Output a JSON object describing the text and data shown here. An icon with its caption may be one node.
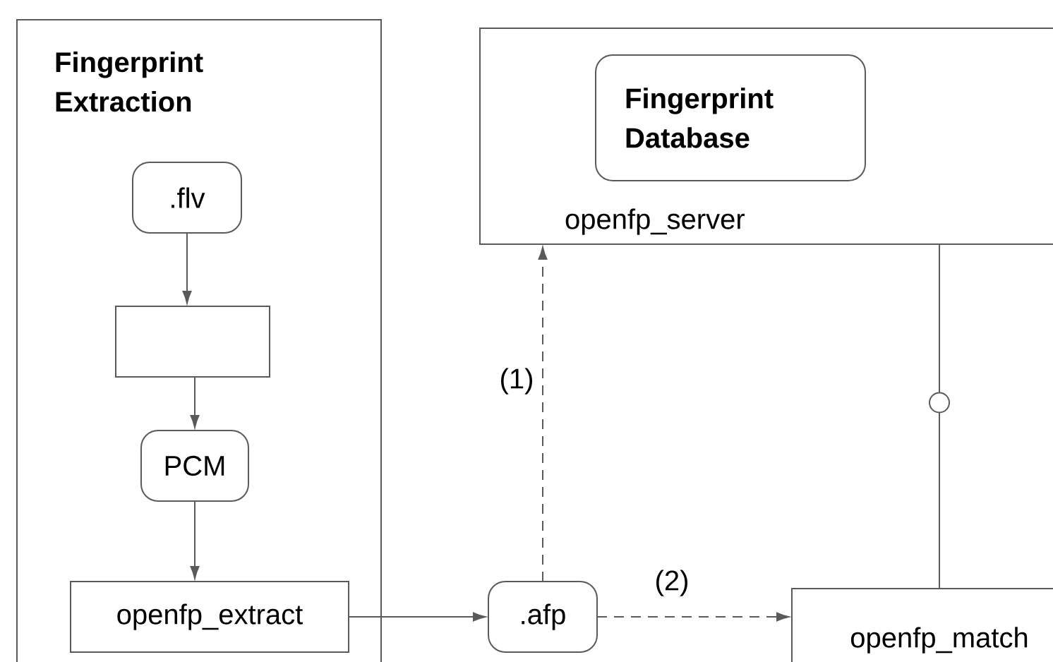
{
  "diagram": {
    "nodes": [
      {
        "text": [
          "Fingerprint Extraction"
        ]
      },
      {
        "text": [
          ".flv"
        ],
        "in": 0
      },
      {
        "text": [],
        "shape": "box",
        "in": 0
      },
      {
        "text": [
          "PCM"
        ],
        "in": 0
      },
      {
        "text": [
          "openfp_extract"
        ],
        "in": 0
      },
      {
        "text": [
          "openfp_server"
        ]
      },
      {
        "text": [
          "Fingerprint Database"
        ],
        "in": 5
      },
      {
        "text": [
          ".afp"
        ]
      },
      {
        "text": [
          "openfp_match"
        ]
      }
    ],
    "edges": [
      {
        "from": 1,
        "to": 2,
        "arrow": "to"
      },
      {
        "from": 2,
        "to": 3,
        "arrow": "to"
      },
      {
        "from": 3,
        "to": 4,
        "arrow": "to"
      },
      {
        "from": 4,
        "to": 7,
        "arrow": "to"
      },
      {
        "from": 7,
        "to": 5,
        "arrow": "to",
        "style": "dashed",
        "label": "(1)"
      },
      {
        "from": 7,
        "to": 8,
        "arrow": "to",
        "style": "dashed",
        "label": "(2)"
      },
      {
        "from": 5,
        "to": 8,
        "arrow": "none"
      }
    ]
  }
}
